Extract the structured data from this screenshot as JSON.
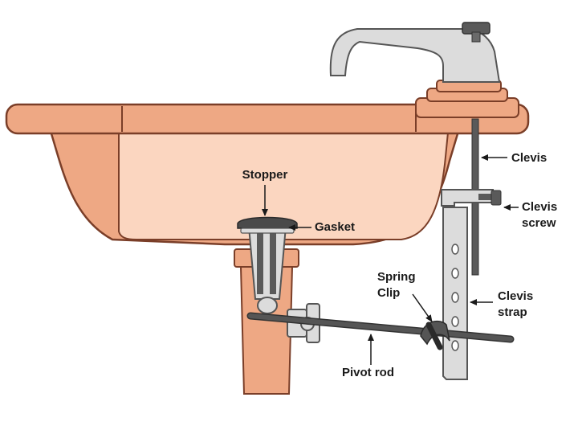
{
  "labels": {
    "stopper": "Stopper",
    "gasket": "Gasket",
    "clevis": "Clevis",
    "clevis_screw_line1": "Clevis",
    "clevis_screw_line2": "screw",
    "spring_clip_line1": "Spring",
    "spring_clip_line2": "Clip",
    "clevis_strap_line1": "Clevis",
    "clevis_strap_line2": "strap",
    "pivot_rod": "Pivot rod"
  },
  "colors": {
    "sink_outer": "#eea884",
    "sink_inner": "#fbd6c0",
    "outline": "#7a3e28",
    "metal_dark": "#555555",
    "metal_light": "#dcdcdc",
    "label_text": "#1a1a1a"
  }
}
